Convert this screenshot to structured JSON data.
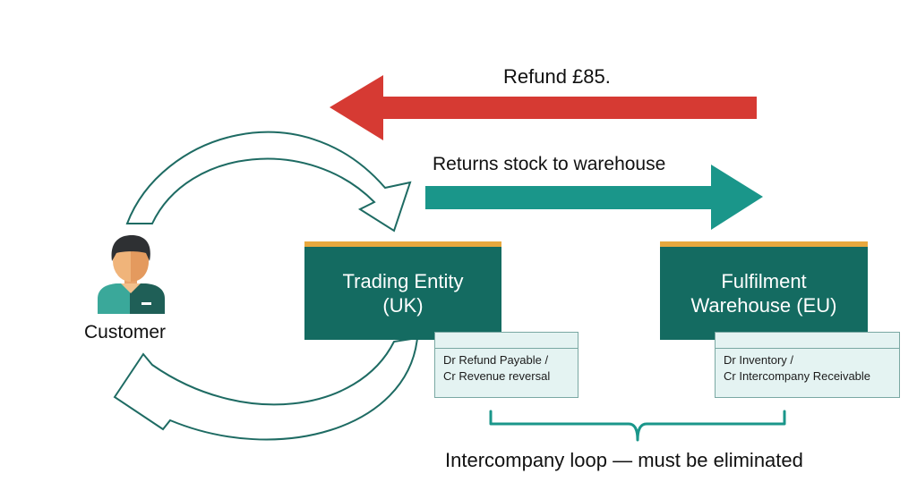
{
  "flows": {
    "refund": "Refund £85.",
    "returns": "Returns stock to warehouse"
  },
  "customer": {
    "label": "Customer"
  },
  "entities": {
    "trading": {
      "line1": "Trading Entity",
      "line2": "(UK)"
    },
    "warehouse": {
      "line1": "Fulfilment",
      "line2": "Warehouse (EU)"
    }
  },
  "journals": {
    "trading": {
      "line1": "Dr Refund Payable /",
      "line2": "Cr Revenue reversal"
    },
    "warehouse": {
      "line1": "Dr Inventory /",
      "line2": "Cr Intercompany Receivable"
    }
  },
  "brace_label": "Intercompany loop — must be eliminated",
  "colors": {
    "refund_arrow": "#d63a33",
    "returns_arrow": "#1a968a",
    "entity_fill": "#146b61",
    "entity_top_bar": "#e8a83e",
    "journal_fill": "#e4f3f2",
    "outline_teal": "#1e6b63"
  }
}
